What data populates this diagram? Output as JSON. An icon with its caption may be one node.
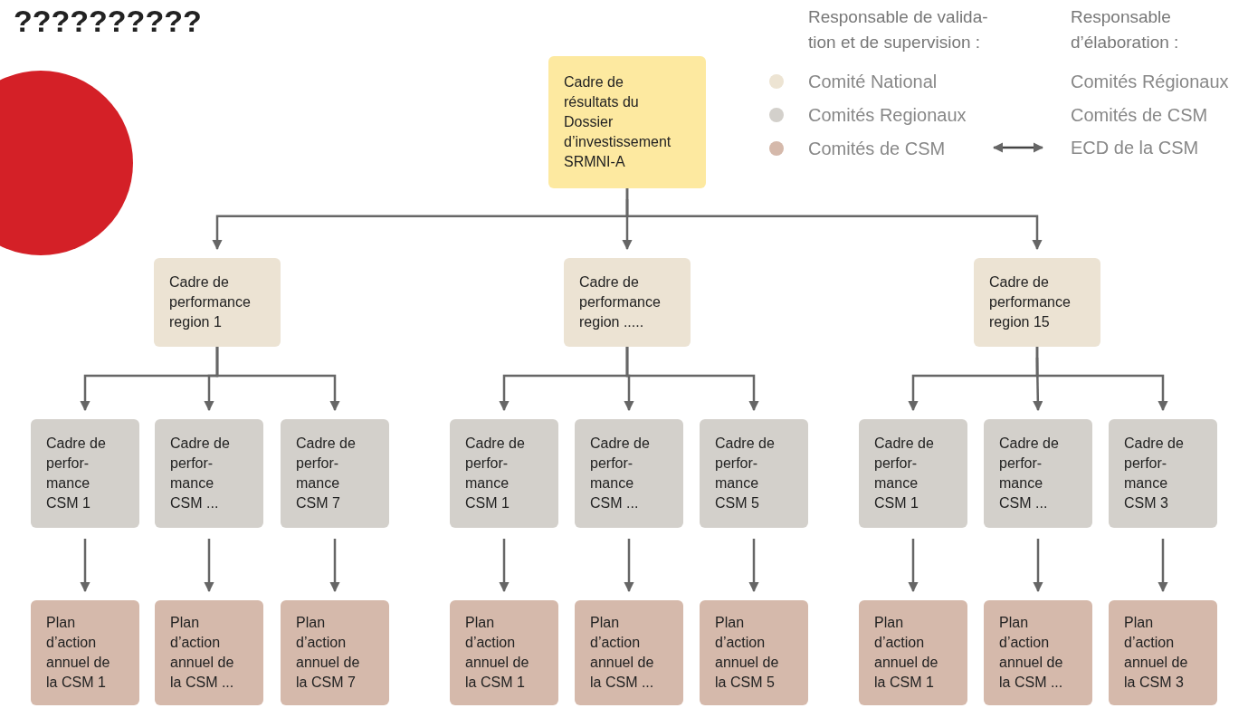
{
  "diagram": {
    "title": "??????????",
    "nodes": [
      {
        "text": [
          "Cadre de résultats du Dossier d’investissement SRMNI-A"
        ]
      },
      {
        "text": [
          "Cadre de performance region 1"
        ]
      },
      {
        "text": [
          "Cadre de performance region ....."
        ]
      },
      {
        "text": [
          "Cadre de performance region 15"
        ]
      },
      {
        "text": [
          "Cadre de perfor-mance CSM 1"
        ]
      },
      {
        "text": [
          "Cadre de perfor-mance CSM ..."
        ]
      },
      {
        "text": [
          "Cadre de perfor-mance CSM 7"
        ]
      },
      {
        "text": [
          "Cadre de perfor-mance CSM 1"
        ]
      },
      {
        "text": [
          "Cadre de perfor-mance CSM ..."
        ]
      },
      {
        "text": [
          "Cadre de perfor-mance CSM 5"
        ]
      },
      {
        "text": [
          "Cadre de perfor-mance CSM 1"
        ]
      },
      {
        "text": [
          "Cadre de perfor-mance CSM ..."
        ]
      },
      {
        "text": [
          "Cadre de perfor-mance CSM 3"
        ]
      },
      {
        "text": [
          "Plan d’action annuel de la CSM 1"
        ]
      },
      {
        "text": [
          "Plan d’action annuel de la CSM ..."
        ]
      },
      {
        "text": [
          "Plan d’action annuel de la CSM 7"
        ]
      },
      {
        "text": [
          "Plan d’action annuel de la CSM 1"
        ]
      },
      {
        "text": [
          "Plan d’action annuel de la CSM ..."
        ]
      },
      {
        "text": [
          "Plan d’action annuel de la CSM 5"
        ]
      },
      {
        "text": [
          "Plan d’action annuel de la CSM 1"
        ]
      },
      {
        "text": [
          "Plan d’action annuel de la CSM ..."
        ]
      },
      {
        "text": [
          "Plan d’action annuel de la CSM 3"
        ]
      }
    ],
    "edges": [
      {
        "from": 0,
        "to": 1,
        "arrow": "to"
      },
      {
        "from": 0,
        "to": 2,
        "arrow": "to"
      },
      {
        "from": 0,
        "to": 3,
        "arrow": "to"
      },
      {
        "from": 1,
        "to": 4,
        "arrow": "to"
      },
      {
        "from": 1,
        "to": 5,
        "arrow": "to"
      },
      {
        "from": 1,
        "to": 6,
        "arrow": "to"
      },
      {
        "from": 2,
        "to": 7,
        "arrow": "to"
      },
      {
        "from": 2,
        "to": 8,
        "arrow": "to"
      },
      {
        "from": 2,
        "to": 9,
        "arrow": "to"
      },
      {
        "from": 3,
        "to": 10,
        "arrow": "to"
      },
      {
        "from": 3,
        "to": 11,
        "arrow": "to"
      },
      {
        "from": 3,
        "to": 12,
        "arrow": "to"
      },
      {
        "from": 4,
        "to": 13,
        "arrow": "to"
      },
      {
        "from": 5,
        "to": 14,
        "arrow": "to"
      },
      {
        "from": 6,
        "to": 15,
        "arrow": "to"
      },
      {
        "from": 7,
        "to": 16,
        "arrow": "to"
      },
      {
        "from": 8,
        "to": 17,
        "arrow": "to"
      },
      {
        "from": 9,
        "to": 18,
        "arrow": "to"
      },
      {
        "from": 10,
        "to": 19,
        "arrow": "to"
      },
      {
        "from": 11,
        "to": 20,
        "arrow": "to"
      },
      {
        "from": 12,
        "to": 21,
        "arrow": "to"
      }
    ],
    "labels": [
      "Responsable de valida-tion et de supervision :",
      "Responsable d’élaboration :",
      "Comités Régionaux",
      "Comités de CSM",
      "ECD de la CSM"
    ],
    "legend": [
      {
        "text": "Comité National",
        "color": "#ede4d3"
      },
      {
        "text": "Comités Regionaux",
        "color": "#d3d0cb"
      },
      {
        "text": "Comités de CSM",
        "color": "#d5b9ab"
      }
    ]
  }
}
